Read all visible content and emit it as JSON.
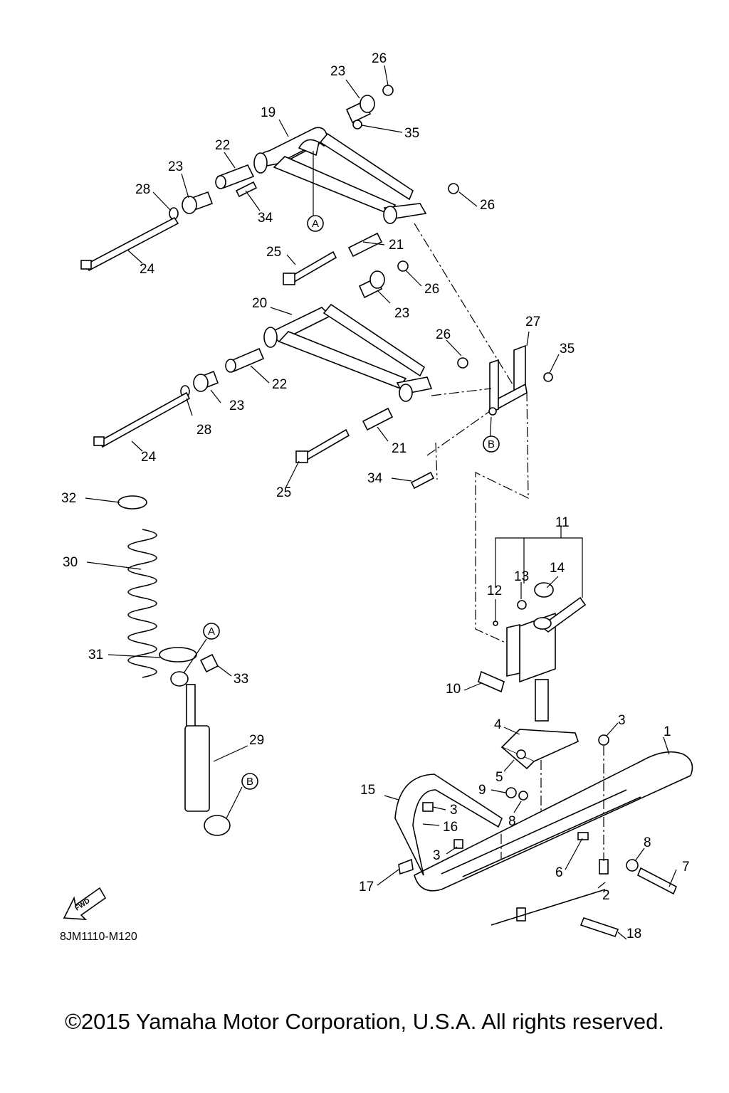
{
  "diagram": {
    "drawing_code": "8JM1110-M120",
    "copyright": "©2015 Yamaha Motor Corporation, U.S.A. All rights reserved.",
    "fwd_label": "FWD",
    "callouts": {
      "c1": "1",
      "c2": "2",
      "c3a": "3",
      "c3b": "3",
      "c3c": "3",
      "c4": "4",
      "c5": "5",
      "c6": "6",
      "c7": "7",
      "c8a": "8",
      "c8b": "8",
      "c9": "9",
      "c10": "10",
      "c11": "11",
      "c12": "12",
      "c13": "13",
      "c14": "14",
      "c15": "15",
      "c16": "16",
      "c17": "17",
      "c18": "18",
      "c19": "19",
      "c20": "20",
      "c21a": "21",
      "c21b": "21",
      "c22a": "22",
      "c22b": "22",
      "c23a": "23",
      "c23b": "23",
      "c23c": "23",
      "c23d": "23",
      "c24a": "24",
      "c24b": "24",
      "c25a": "25",
      "c25b": "25",
      "c26a": "26",
      "c26b": "26",
      "c26c": "26",
      "c26d": "26",
      "c27": "27",
      "c28a": "28",
      "c28b": "28",
      "c29": "29",
      "c30": "30",
      "c31": "31",
      "c32": "32",
      "c33": "33",
      "c34a": "34",
      "c34b": "34",
      "c35a": "35",
      "c35b": "35"
    },
    "refs": {
      "a1": "A",
      "a2": "A",
      "b1": "B",
      "b2": "B"
    }
  }
}
